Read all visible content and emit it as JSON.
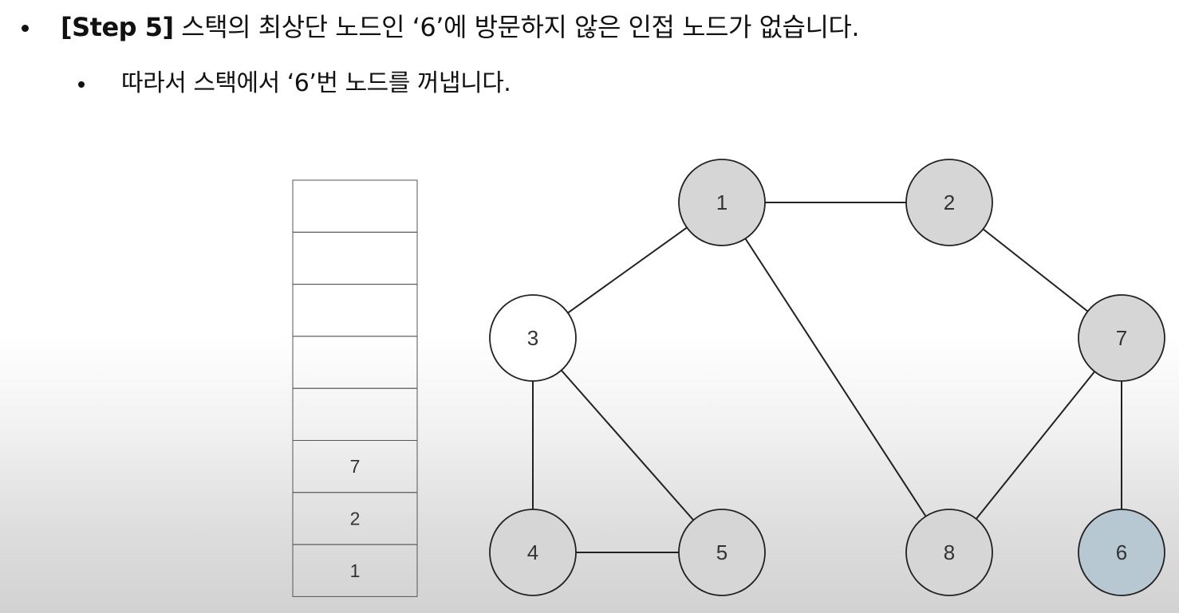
{
  "text": {
    "line1_step": "[Step 5]",
    "line1_rest": " 스택의 최상단 노드인 ‘6’에 방문하지 않은 인접 노드가 없습니다.",
    "line2": "따라서 스택에서 ‘6’번 노드를 꺼냅니다."
  },
  "stack": {
    "cells_top_to_bottom": [
      "",
      "",
      "",
      "",
      "",
      "7",
      "2",
      "1"
    ]
  },
  "graph": {
    "nodes": [
      {
        "id": "1",
        "state": "visited"
      },
      {
        "id": "2",
        "state": "visited"
      },
      {
        "id": "3",
        "state": "unvisited"
      },
      {
        "id": "4",
        "state": "visited"
      },
      {
        "id": "5",
        "state": "visited"
      },
      {
        "id": "6",
        "state": "current"
      },
      {
        "id": "7",
        "state": "visited"
      },
      {
        "id": "8",
        "state": "visited"
      }
    ],
    "edges": [
      [
        "1",
        "2"
      ],
      [
        "1",
        "3"
      ],
      [
        "1",
        "8"
      ],
      [
        "2",
        "7"
      ],
      [
        "3",
        "4"
      ],
      [
        "3",
        "5"
      ],
      [
        "4",
        "5"
      ],
      [
        "7",
        "8"
      ],
      [
        "7",
        "6"
      ]
    ]
  },
  "colors": {
    "visited": "#d6d6d6",
    "unvisited": "#ffffff",
    "current": "#b8c8d2",
    "stroke": "#222222"
  }
}
